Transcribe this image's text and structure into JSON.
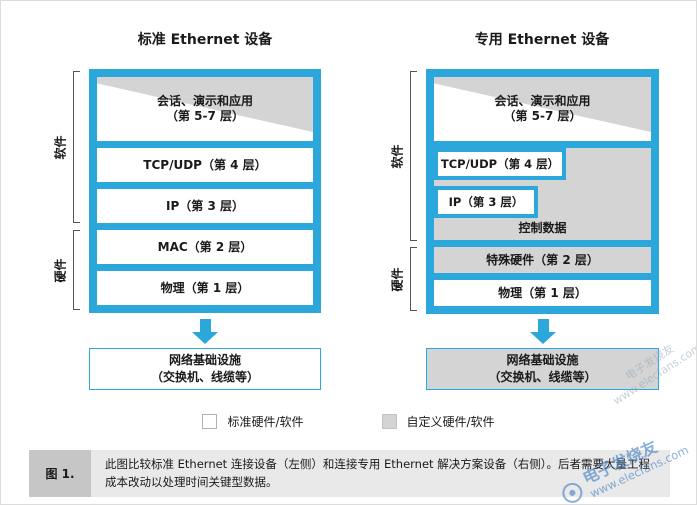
{
  "colors": {
    "blue": "#2BA7DC",
    "custom_gray": "#D4D4D4",
    "caption_bar_bg": "#E9E9E9",
    "caption_label_bg": "#C6C6C6",
    "watermark_blue": "#3F7CC0"
  },
  "left_device": {
    "title": "标准 Ethernet 设备",
    "software_label": "软件",
    "hardware_label": "硬件",
    "layers": {
      "app_line1": "会话、演示和应用",
      "app_line2": "（第 5-7 层）",
      "tcp": "TCP/UDP（第 4 层）",
      "ip": "IP（第 3 层）",
      "mac": "MAC（第 2 层）",
      "phy": "物理（第 1 层）"
    },
    "infra_line1": "网络基础设施",
    "infra_line2": "（交换机、线缆等）"
  },
  "right_device": {
    "title": "专用 Ethernet 设备",
    "software_label": "软件",
    "hardware_label": "硬件",
    "layers": {
      "app_line1": "会话、演示和应用",
      "app_line2": "（第 5-7 层）",
      "tcp": "TCP/UDP（第 4 层）",
      "ip": "IP（第 3 层）",
      "control": "控制数据",
      "special_hw": "特殊硬件（第 2 层）",
      "phy": "物理（第 1 层）"
    },
    "infra_line1": "网络基础设施",
    "infra_line2": "（交换机、线缆等）"
  },
  "legend": {
    "standard_label": "标准硬件/软件",
    "custom_label": "自定义硬件/软件"
  },
  "caption": {
    "label": "图 1.",
    "text": "此图比较标准 Ethernet 连接设备（左侧）和连接专用 Ethernet 解决方案设备（右侧）。后者需要大量工程成本改动以处理时间关键型数据。"
  },
  "watermark": {
    "brand": "电子发烧友",
    "url": "www.elecfans.com"
  }
}
